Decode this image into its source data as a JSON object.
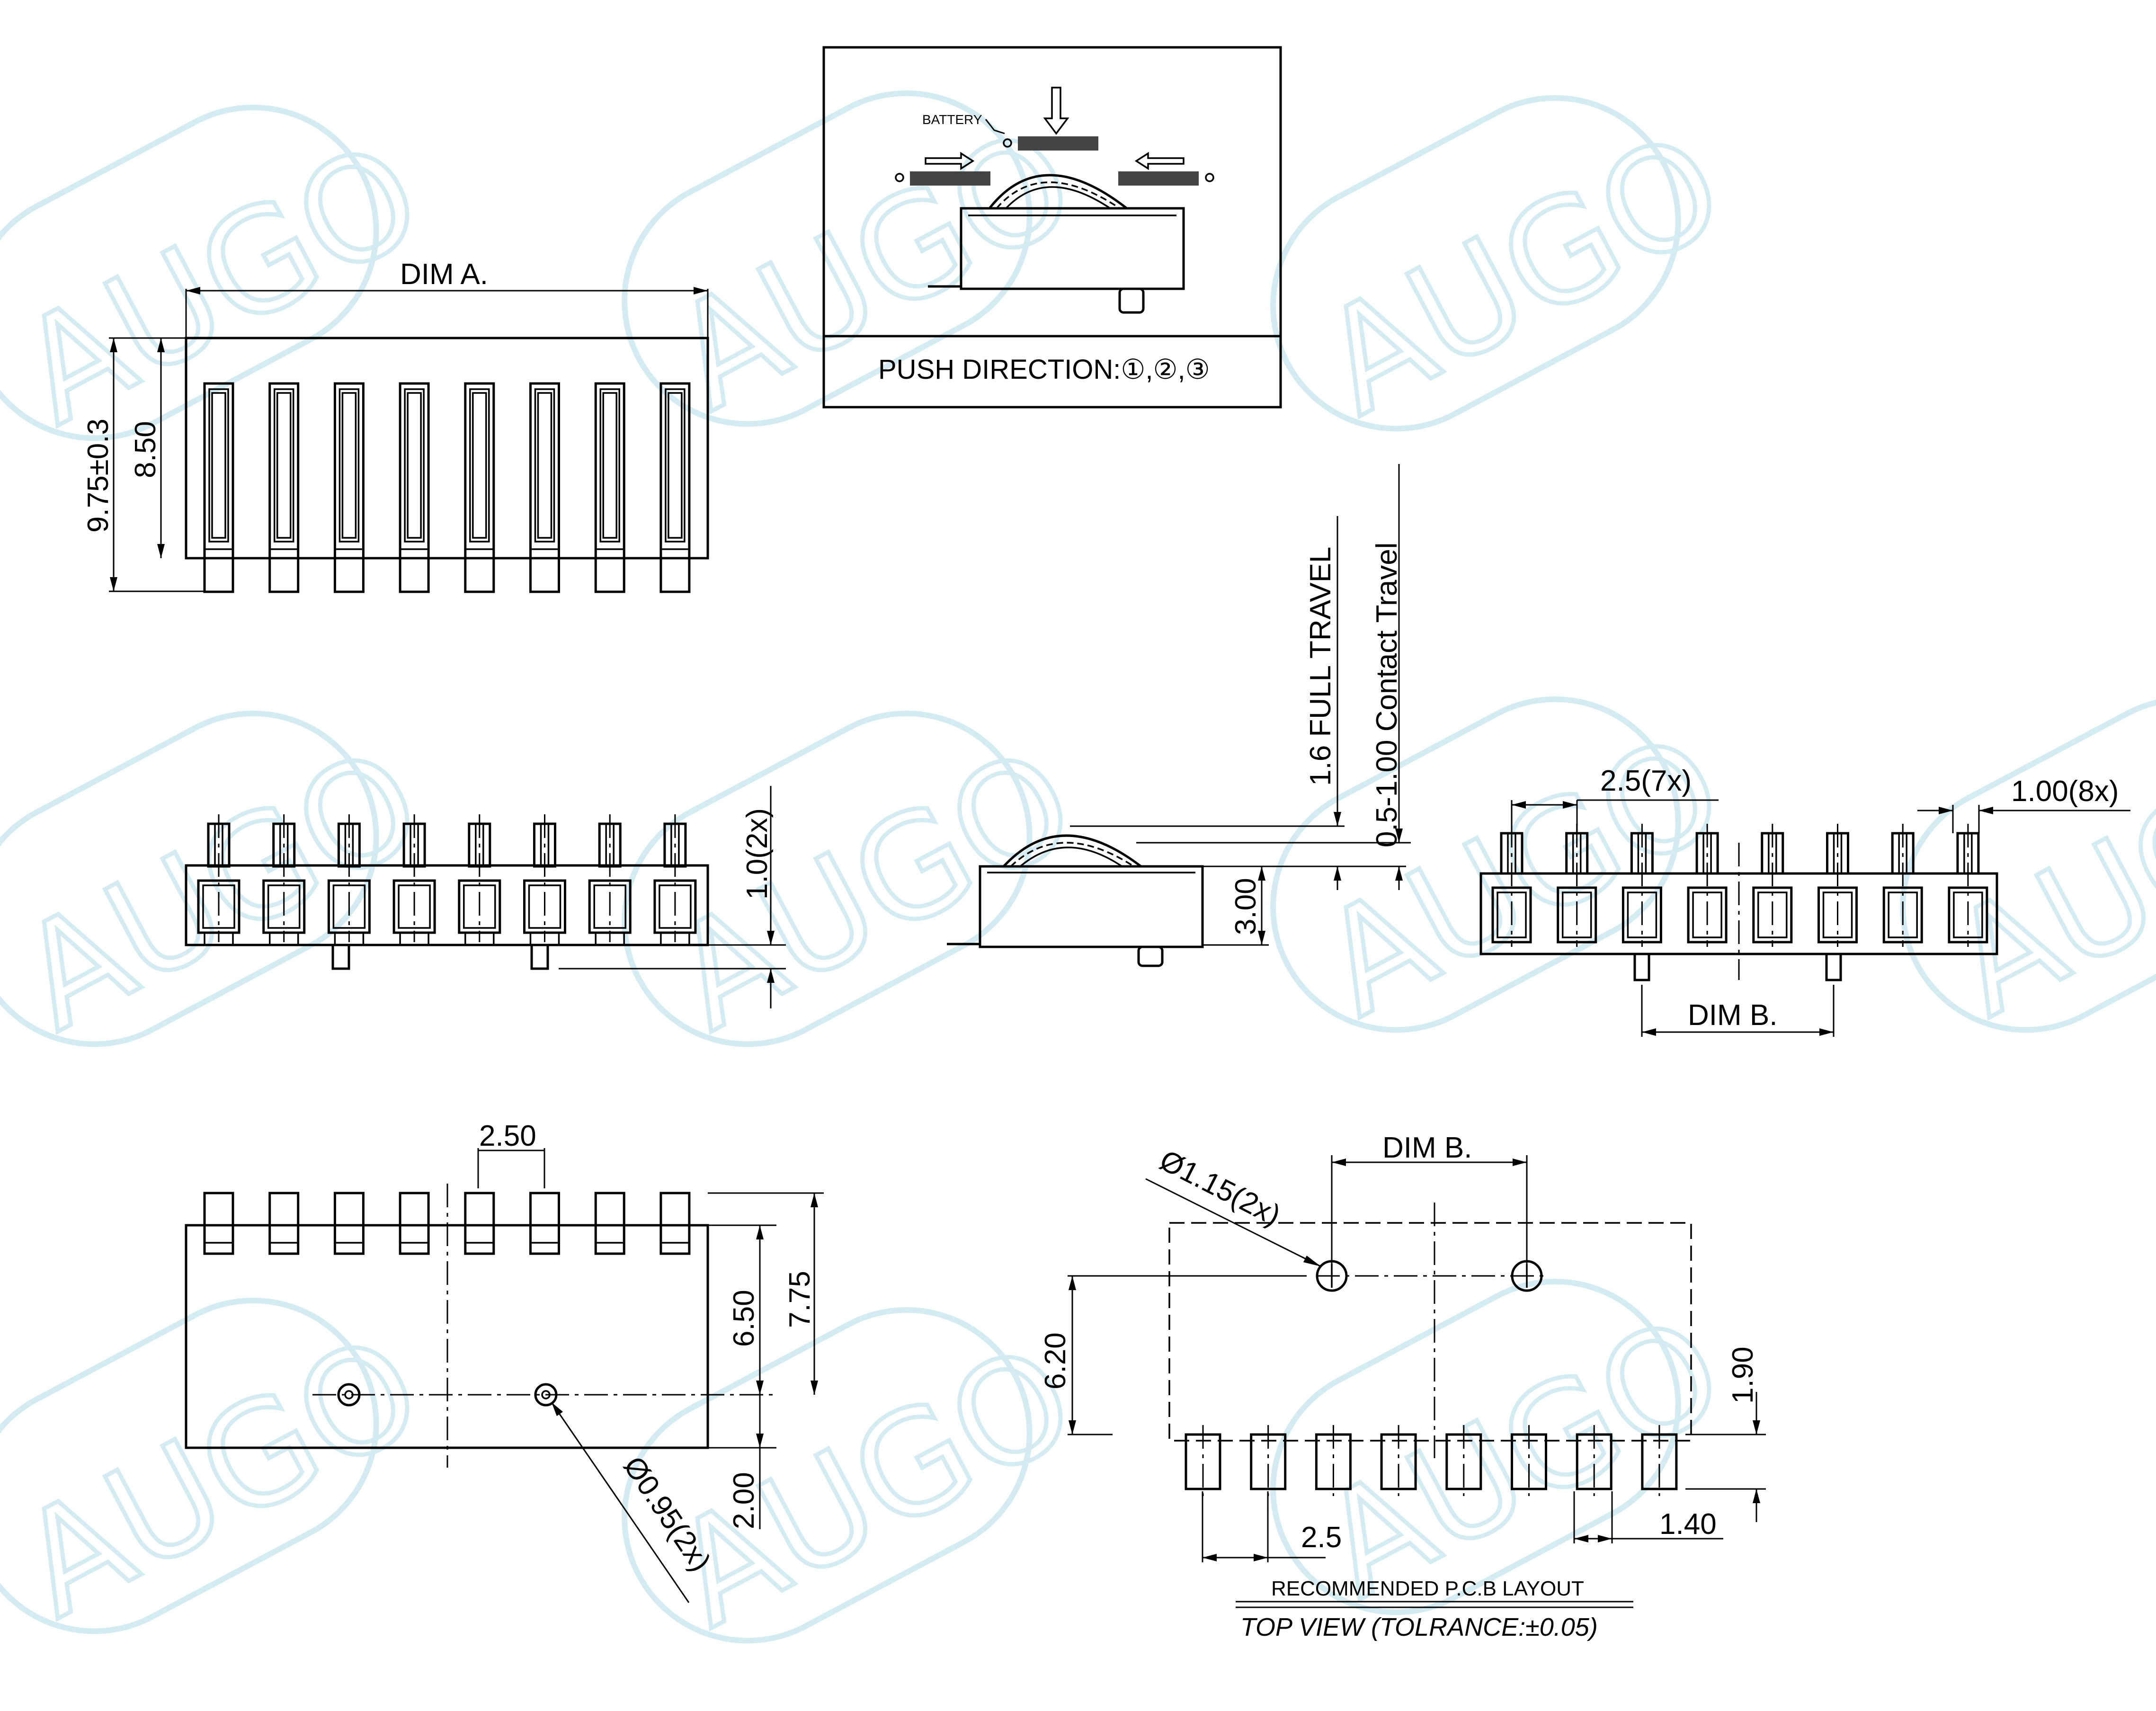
{
  "watermark": {
    "text": "AUGO",
    "color": "#cfe9f0"
  },
  "push_box": {
    "battery_label": "BATTERY",
    "push_direction_label": "PUSH DIRECTION:①,②,③"
  },
  "front_view": {
    "dim_a_label": "DIM A.",
    "height_total_label": "9.75±0.3",
    "height_body_label": "8.50"
  },
  "side_view": {
    "pin_offset_label": "1.0(2x)"
  },
  "travel_view": {
    "full_travel_label": "1.6 FULL TRAVEL",
    "contact_travel_label": "0.5-1.00 Contact Travel",
    "body_height_label": "3.00"
  },
  "pitch_view": {
    "pitch_label": "2.5(7x)",
    "contact_width_label": "1.00(8x)",
    "dim_b_label": "DIM B."
  },
  "bottom_view": {
    "pitch_label": "2.50",
    "dim_650_label": "6.50",
    "dim_775_label": "7.75",
    "dim_200_label": "2.00",
    "hole_label": "Ø0.95(2x)"
  },
  "pcb_layout": {
    "dim_b_label": "DIM B.",
    "hole_label": "Ø1.15(2x)",
    "dim_620_label": "6.20",
    "dim_190_label": "1.90",
    "pitch_label": "2.5",
    "pad_label": "1.40",
    "caption_1": "RECOMMENDED P.C.B LAYOUT",
    "caption_2": "TOP VIEW (TOLRANCE:±0.05)"
  }
}
